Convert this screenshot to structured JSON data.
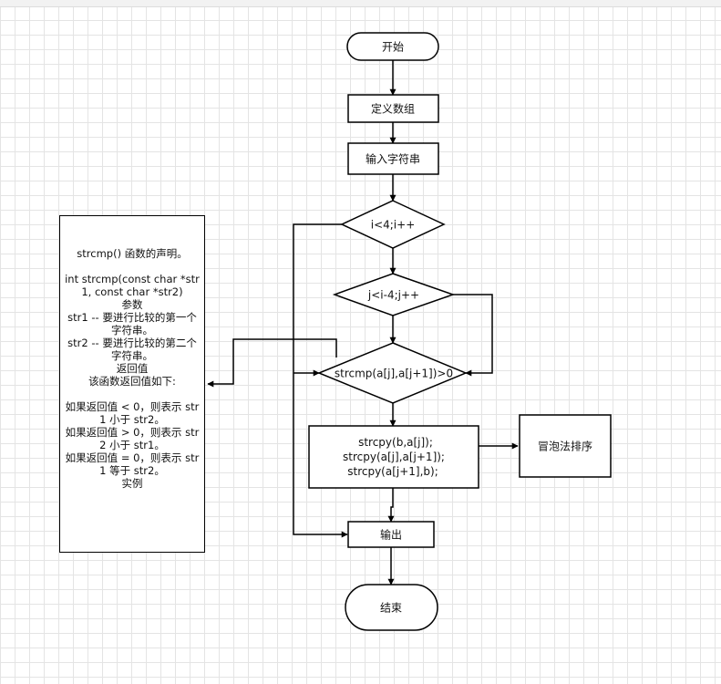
{
  "nodes": {
    "start": "开始",
    "define_array": "定义数组",
    "input_strings": "输入字符串",
    "loop_i": "i<4;i++",
    "loop_j": "j<i-4;j++",
    "compare": "strcmp(a[j],a[j+1])>0",
    "swap_line1": "strcpy(b,a[j]);",
    "swap_line2": "strcpy(a[j],a[j+1]);",
    "swap_line3": "strcpy(a[j+1],b);",
    "bubble_sort": "冒泡法排序",
    "output": "输出",
    "end": "结束"
  },
  "note": {
    "title": "strcmp() 函数的声明。",
    "declaration": "int strcmp(const char *str1, const char *str2)",
    "params_heading": "参数",
    "param1": "str1 -- 要进行比较的第一个字符串。",
    "param2": "str2 -- 要进行比较的第二个字符串。",
    "return_heading": "返回值",
    "return_intro": "该函数返回值如下:",
    "case_lt": "如果返回值 < 0，则表示 str1 小于 str2。",
    "case_gt": "如果返回值 > 0，则表示 str2 小于 str1。",
    "case_eq": "如果返回值 = 0，则表示 str1 等于 str2。",
    "example_heading": "实例"
  }
}
